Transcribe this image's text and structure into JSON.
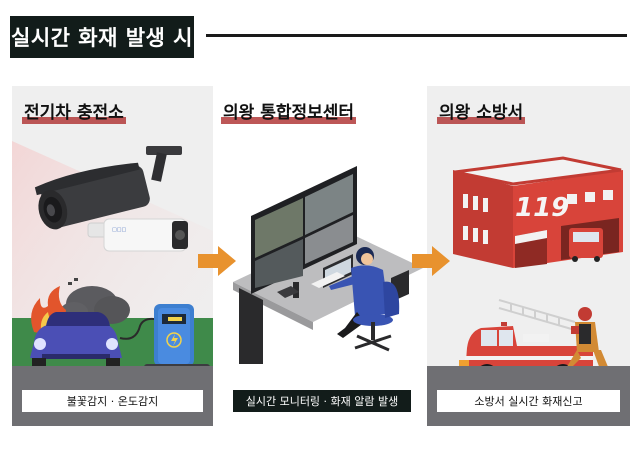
{
  "header": {
    "title": "실시간 화재 발생 시"
  },
  "steps": [
    {
      "heading": "전기차 충전소",
      "caption": "불꽃감지 · 온도감지",
      "illustration": "cctv-cameras-burning-ev-at-charger"
    },
    {
      "heading": "의왕 통합정보센터",
      "caption": "실시간 모니터링 · 화재 알람 발생",
      "illustration": "operator-monitoring-video-wall"
    },
    {
      "heading": "의왕 소방서",
      "caption": "소방서 실시간 화재신고",
      "illustration": "fire-station-119-truck-firefighter"
    }
  ],
  "fire_station_sign": "119",
  "colors": {
    "title_bg": "#121c1a",
    "heading_underline": "#b23a3a",
    "arrow": "#e8922e",
    "panel_bg": "#efefef",
    "ground": "#6f6f73",
    "grass": "#3f8a4a",
    "car": "#4b4fb5",
    "charger": "#3d7fd0",
    "fire_red": "#d8443a"
  }
}
